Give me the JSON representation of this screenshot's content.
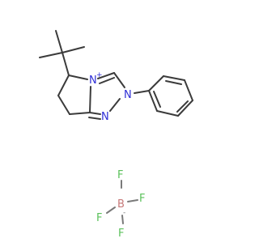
{
  "molecule": {
    "atoms": {
      "N_ring_cation": "N",
      "N_2": "N",
      "N_1": "N",
      "B": "B",
      "F_top": "F",
      "F_right": "F",
      "F_left": "F",
      "F_bottom": "F"
    },
    "charges": {
      "N_ring_cation": "+",
      "B": "-"
    },
    "colors": {
      "bond": "#3b3b3b",
      "nitrogen": "#2f2fd6",
      "boron": "#c77a7a",
      "fluorine": "#5bc15b"
    }
  }
}
